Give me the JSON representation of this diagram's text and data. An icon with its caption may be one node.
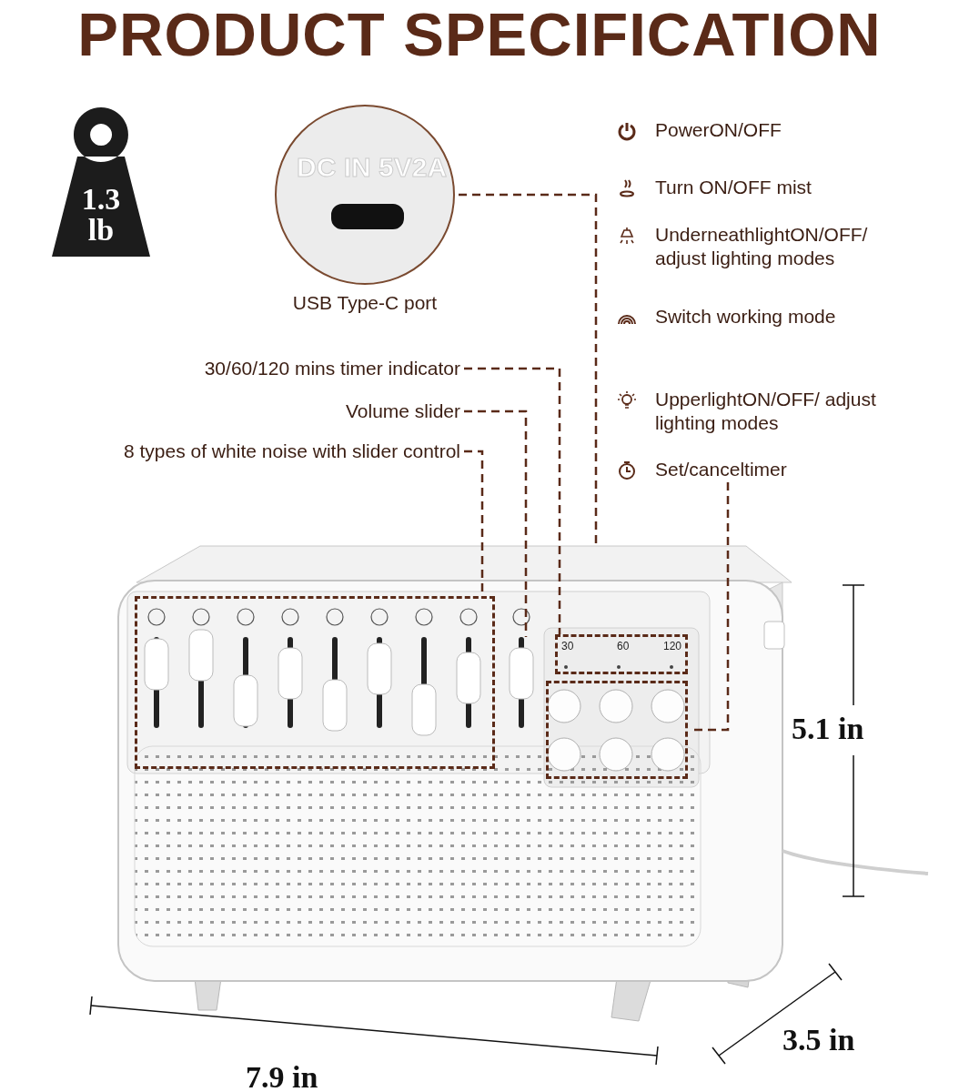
{
  "diagram": {
    "title": "PRODUCT SPECIFICATION",
    "nodes": [
      {
        "text": [
          "1.3 lb"
        ]
      },
      {
        "text": [
          "DC IN 5V2A"
        ],
        "beside": [
          "USB Type-C port"
        ]
      },
      {
        "text": [
          "30/60/120 mins timer indicator"
        ]
      },
      {
        "text": [
          "Volume slider"
        ]
      },
      {
        "text": [
          "8 types of white noise with slider control"
        ]
      },
      {
        "text": [],
        "shape": "box"
      },
      {
        "text": [
          "30",
          "60",
          "120"
        ]
      },
      {
        "text": [],
        "shape": "box"
      }
    ],
    "edges": [
      {
        "from": 1,
        "to": null,
        "arrow": "none",
        "style": "dashed"
      },
      {
        "from": 2,
        "to": 6,
        "arrow": "none",
        "style": "dashed"
      },
      {
        "from": 3,
        "to": null,
        "arrow": "none",
        "style": "dashed"
      },
      {
        "from": 4,
        "to": 5,
        "arrow": "none",
        "style": "dashed"
      },
      {
        "from": null,
        "to": 7,
        "arrow": "none",
        "style": "dashed"
      }
    ],
    "labels": [
      "5.1 in",
      "3.5 in",
      "7.9 in"
    ],
    "legend": [
      {
        "text": "PowerON/OFF"
      },
      {
        "text": "Turn ON/OFF mist"
      },
      {
        "text": "UnderneathlightON/OFF/ adjust lighting modes"
      },
      {
        "text": "Switch working mode"
      },
      {
        "text": "UpperlightON/OFF/ adjust lighting modes"
      },
      {
        "text": "Set/canceltimer"
      }
    ]
  }
}
